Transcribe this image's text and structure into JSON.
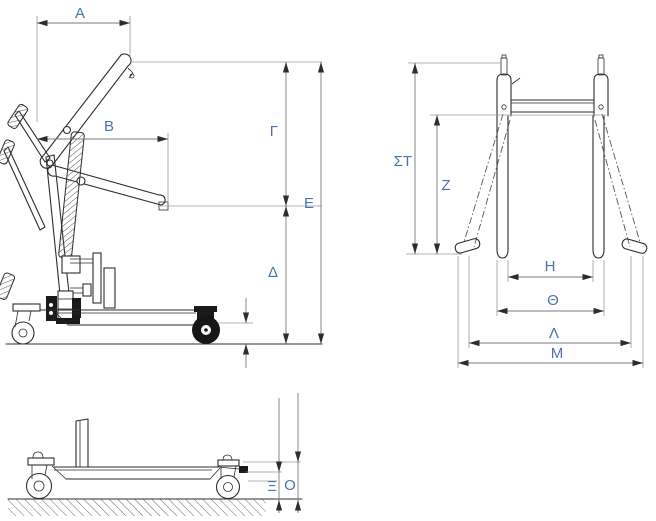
{
  "figure": {
    "description": "Three-view dimensioned technical line drawing of a mobile patient lift hoist",
    "label_color": "#4a72ad",
    "drawing_line_color": "#2d2d2d",
    "dimension_line_color": "#7a7a7a"
  },
  "side_view": {
    "dim_a": "A",
    "dim_b": "B",
    "dim_gamma": "Γ",
    "dim_e": "E",
    "dim_delta": "Δ"
  },
  "rear_view": {
    "dim_st": "ΣΤ",
    "dim_z": "Z",
    "dim_h": "H",
    "dim_theta": "Θ",
    "dim_lambda": "Λ",
    "dim_m": "M"
  },
  "base_view": {
    "dim_xi": "Ξ",
    "dim_o": "O"
  }
}
